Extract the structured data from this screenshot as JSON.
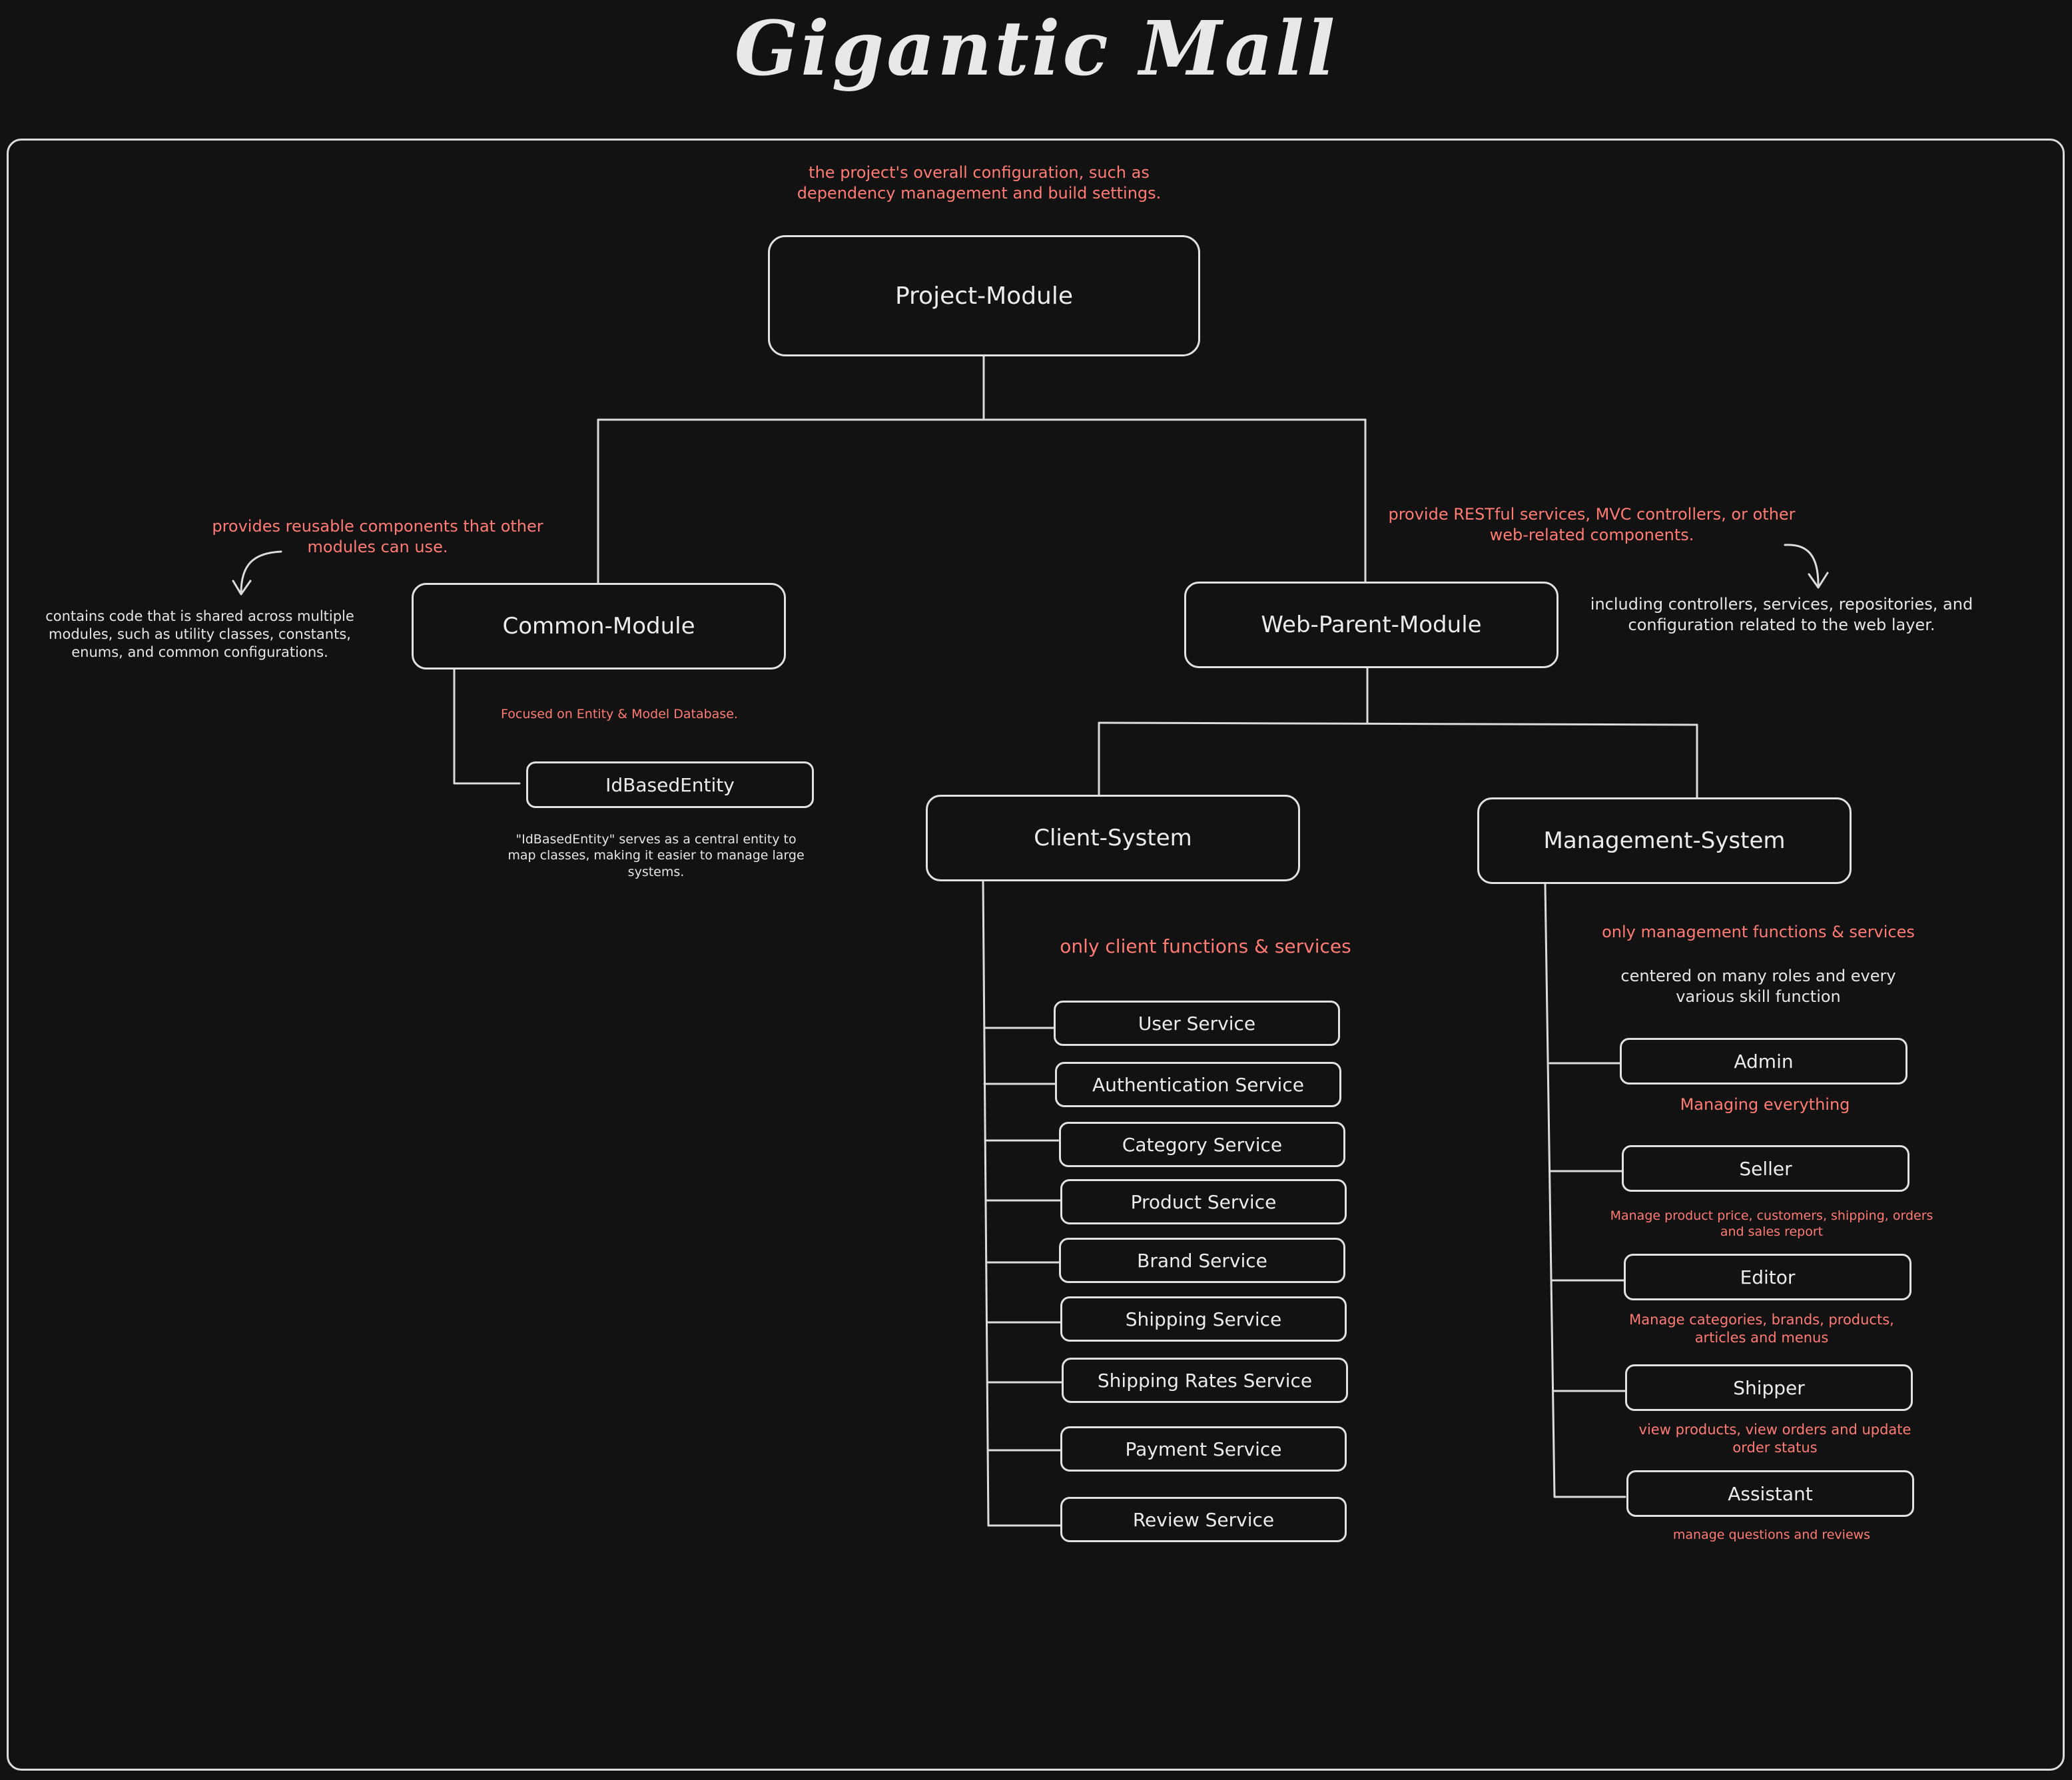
{
  "title": "Gigantic Mall",
  "nodes": {
    "project_module": "Project-Module",
    "common_module": "Common-Module",
    "id_based_entity": "IdBasedEntity",
    "web_parent_module": "Web-Parent-Module",
    "client_system": "Client-System",
    "management_system": "Management-System"
  },
  "client_services": [
    "User Service",
    "Authentication Service",
    "Category Service",
    "Product Service",
    "Brand Service",
    "Shipping Service",
    "Shipping Rates Service",
    "Payment Service",
    "Review Service"
  ],
  "management_roles": [
    {
      "name": "Admin",
      "note": "Managing everything"
    },
    {
      "name": "Seller",
      "note": "Manage product price, customers, shipping, orders and sales report"
    },
    {
      "name": "Editor",
      "note": "Manage categories, brands, products, articles and menus"
    },
    {
      "name": "Shipper",
      "note": "view products, view orders and update order status"
    },
    {
      "name": "Assistant",
      "note": "manage questions and reviews"
    }
  ],
  "notes": {
    "project": "the project's overall configuration, such as dependency management and build settings.",
    "common_red": "provides reusable components that other modules can use.",
    "common_white": "contains code that is shared across multiple modules, such as utility classes, constants, enums, and common configurations.",
    "entity_red": "Focused on Entity & Model Database.",
    "entity_white": "\"IdBasedEntity\" serves as a central entity to map classes, making it easier to manage large systems.",
    "web_red": "provide RESTful services, MVC controllers, or other web-related components.",
    "web_white": "including controllers, services, repositories, and configuration related to the web layer.",
    "client_red": "only client functions & services",
    "management_red": "only management functions & services",
    "management_white": "centered on many roles and every various skill function"
  },
  "colors": {
    "background": "#121212",
    "line": "#dcdcdc",
    "annotation_red": "#ff7b73",
    "text": "#e6e6e6"
  }
}
